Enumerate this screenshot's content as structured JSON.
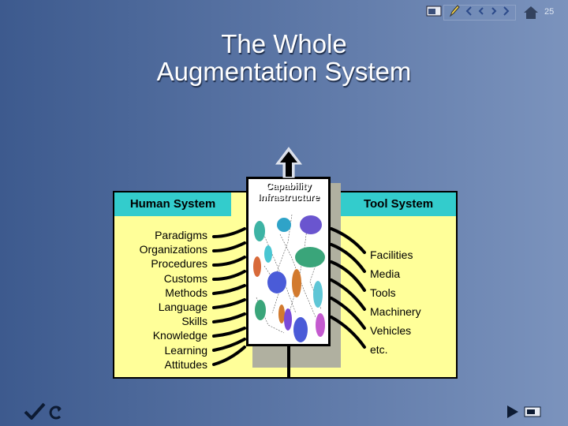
{
  "page_number": "25",
  "title_line1": "The Whole",
  "title_line2": "Augmentation System",
  "human_system": {
    "header": "Human System",
    "items": [
      "Paradigms",
      "Organizations",
      "Procedures",
      "Customs",
      "Methods",
      "Language",
      "Skills",
      "Knowledge",
      "Learning",
      "Attitudes"
    ]
  },
  "tool_system": {
    "header": "Tool System",
    "items": [
      "Facilities",
      "Media",
      "Tools",
      "Machinery",
      "Vehicles",
      "etc."
    ]
  },
  "capability": {
    "label_line1": "Capability",
    "label_line2": "Infrastructure"
  },
  "colors": {
    "panel": "#ffff99",
    "header": "#33cccc",
    "background_dark": "#3d5a8e",
    "background_light": "#7b93bd"
  },
  "icons": {
    "toolbar": [
      "presentation-icon",
      "pencil-icon",
      "first-slide-icon",
      "previous-slide-icon",
      "next-slide-icon",
      "last-slide-icon",
      "home-icon"
    ],
    "bottom": [
      "check-icon",
      "return-icon",
      "next-arrow-icon",
      "screen-icon"
    ]
  }
}
